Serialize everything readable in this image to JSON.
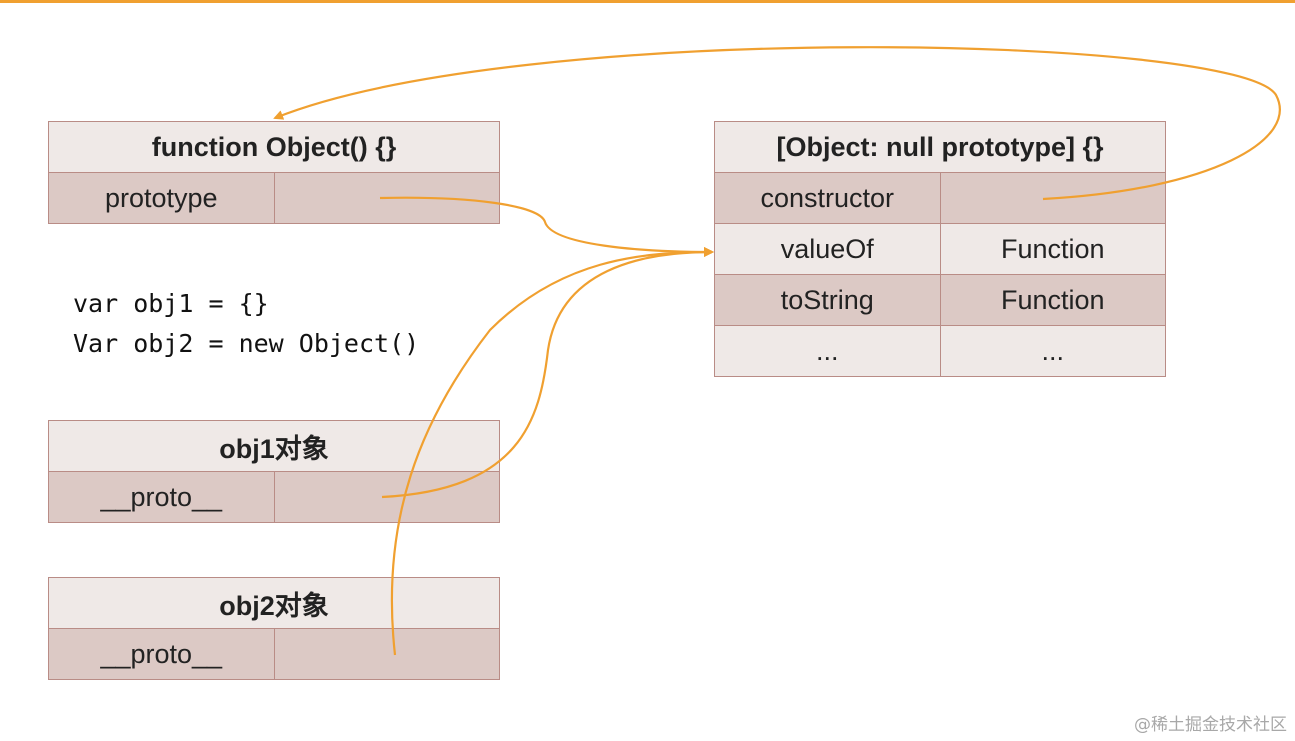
{
  "function_object": {
    "title": "function Object() {}",
    "rows": [
      {
        "key": "prototype",
        "value": ""
      }
    ]
  },
  "prototype_object": {
    "title": "[Object: null prototype] {}",
    "rows": [
      {
        "key": "constructor",
        "value": ""
      },
      {
        "key": "valueOf",
        "value": "Function"
      },
      {
        "key": "toString",
        "value": "Function"
      },
      {
        "key": "...",
        "value": "..."
      }
    ]
  },
  "code": {
    "line1": "var obj1 = {}",
    "line2": "Var obj2 = new Object()"
  },
  "obj1": {
    "title": "obj1对象",
    "rows": [
      {
        "key": "__proto__",
        "value": ""
      }
    ]
  },
  "obj2": {
    "title": "obj2对象",
    "rows": [
      {
        "key": "__proto__",
        "value": ""
      }
    ]
  },
  "watermark": "@稀土掘金技术社区",
  "colors": {
    "arrow": "#f0a030",
    "header_bg": "#efe9e7",
    "row_dark": "#dcc9c5",
    "border": "#b98c86"
  }
}
